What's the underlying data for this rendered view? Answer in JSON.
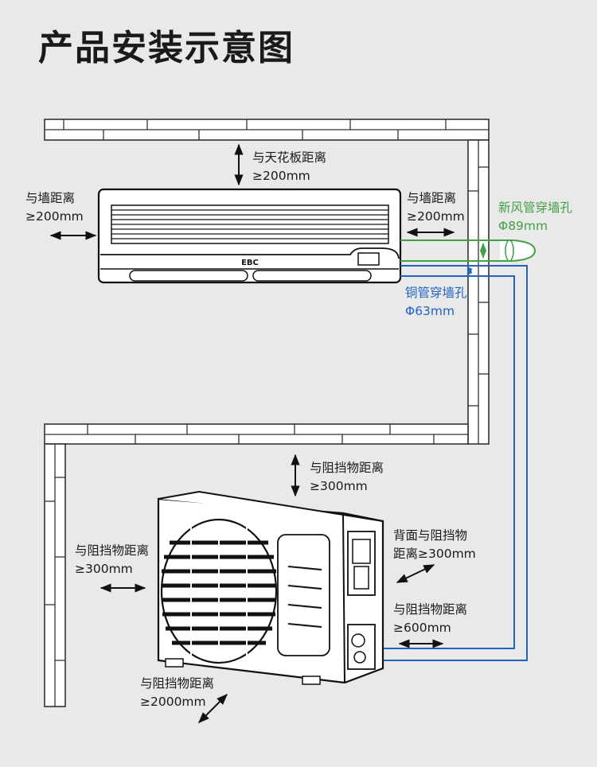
{
  "title": "产品安装示意图",
  "colors": {
    "fresh_air": "#43a047",
    "copper_pipe": "#1f63c4",
    "wall": "#ffffff",
    "background": "#e9e9e9"
  },
  "indoor_unit": {
    "brand": "EBC"
  },
  "labels": {
    "ceiling": {
      "line1": "与天花板距离",
      "line2": "≥200mm"
    },
    "wall_left": {
      "line1": "与墙距离",
      "line2": "≥200mm"
    },
    "wall_right": {
      "line1": "与墙距离",
      "line2": "≥200mm"
    },
    "fresh_air_hole": {
      "line1": "新风管穿墙孔",
      "line2": "Φ89mm"
    },
    "copper_hole": {
      "line1": "铜管穿墙孔",
      "line2": "Φ63mm"
    },
    "outdoor_top": {
      "line1": "与阻挡物距离",
      "line2": "≥300mm"
    },
    "outdoor_left": {
      "line1": "与阻挡物距离",
      "line2": "≥300mm"
    },
    "outdoor_back": {
      "line1": "背面与阻挡物",
      "line2": "距离≥300mm"
    },
    "outdoor_right": {
      "line1": "与阻挡物距离",
      "line2": "≥600mm"
    },
    "outdoor_front": {
      "line1": "与阻挡物距离",
      "line2": "≥2000mm"
    }
  }
}
